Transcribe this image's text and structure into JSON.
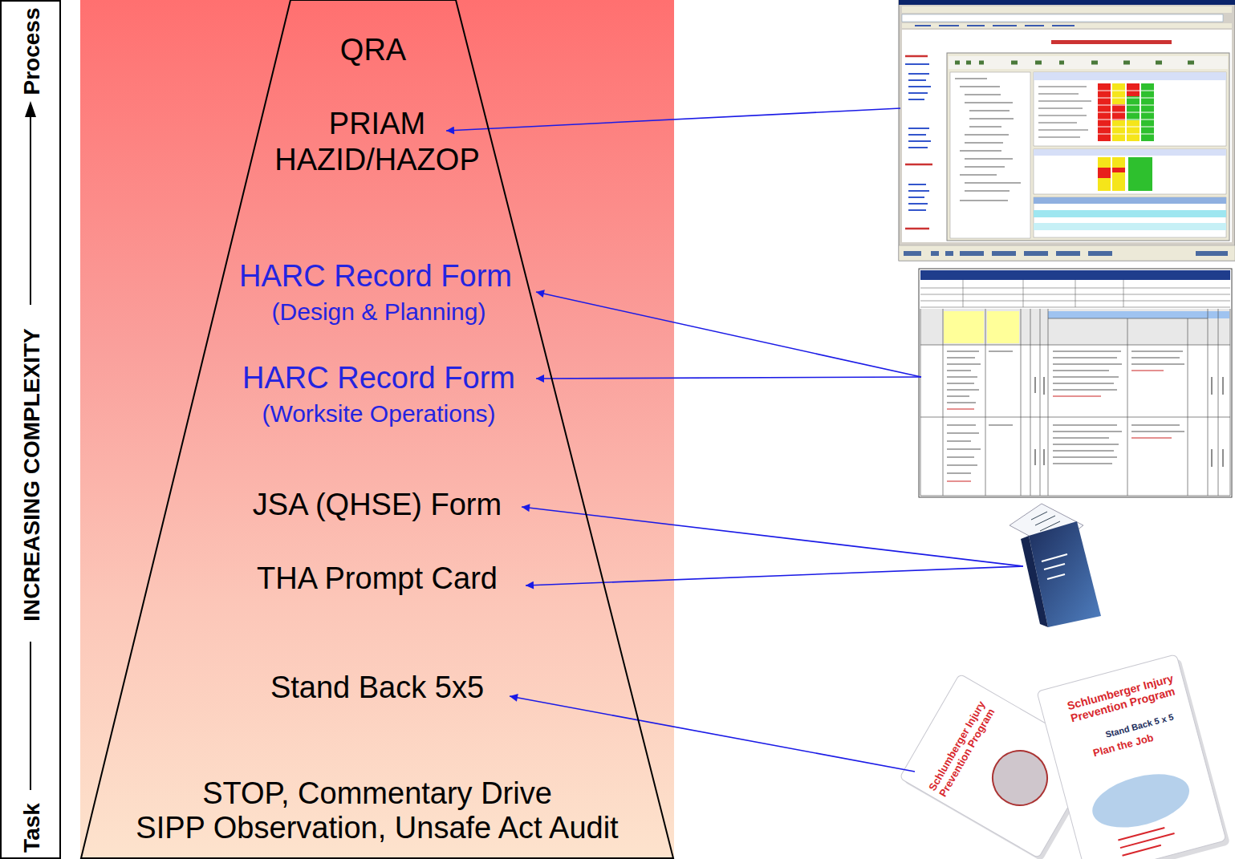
{
  "diagram": {
    "nodes": [
      {
        "text": [
          "Process",
          "INCREASING COMPLEXITY",
          "Task"
        ]
      },
      {
        "text": [
          "QRA",
          "PRIAM",
          "HAZID/HAZOP",
          "HARC Record Form",
          "(Design & Planning)",
          "HARC Record Form",
          "(Worksite Operations)",
          "JSA (QHSE) Form",
          "THA Prompt Card",
          "Stand Back 5x5",
          "STOP, Commentary Drive",
          "SIPP Observation, Unsafe Act Audit"
        ]
      }
    ],
    "labels": [
      "Schlumberger Injury Prevention Program",
      "Schlumberger Injury Prevention Program",
      "Stand Back 5 x 5",
      "Plan the Job"
    ]
  }
}
